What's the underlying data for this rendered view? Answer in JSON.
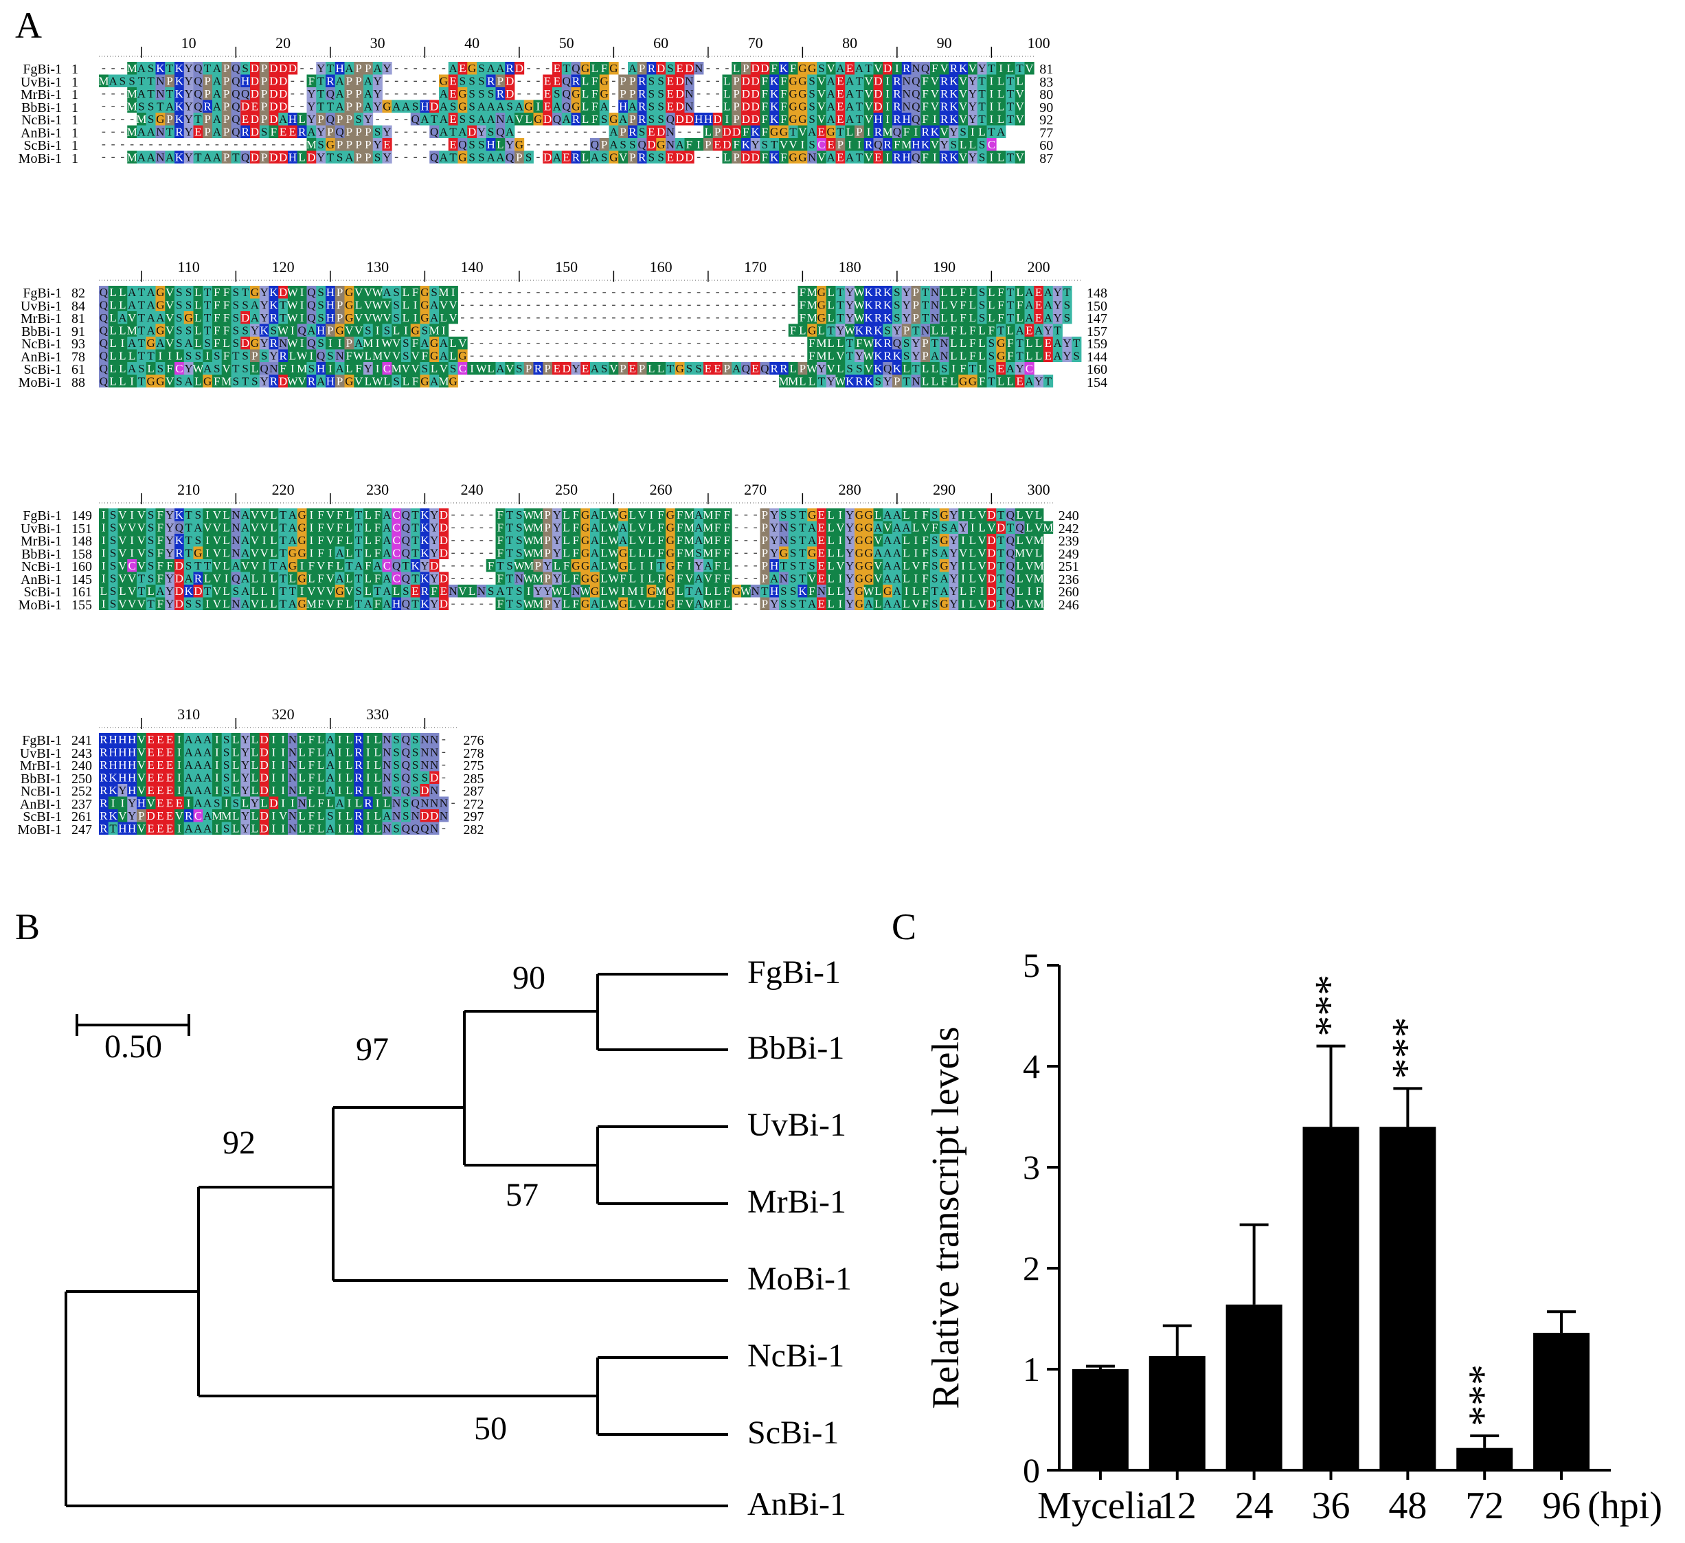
{
  "panels": {
    "a": "A",
    "b": "B",
    "c": "C"
  },
  "alignment": {
    "colors": {
      "dkgreen": "#128448",
      "teal": "#39b7a5",
      "slate": "#7e86c8",
      "lavender": "#9a9fd6",
      "red": "#e21b23",
      "orange": "#e5a326",
      "brown": "#8e7f6a",
      "blue": "#1230c8",
      "magenta": "#d23ce0"
    },
    "blocks": [
      {
        "first_col": 1,
        "tick_labels": [
          "10",
          "20",
          "30",
          "40",
          "50",
          "60",
          "70",
          "80",
          "90",
          "100"
        ],
        "rows": [
          {
            "name": "FgBi-1",
            "start": "1",
            "end": "81",
            "seq": "---MASKTKYQTAPQSDPDDD--YTHAPPAY------AEGSAARD---ETQGLFG-APRDSEDN---LPDDFKFGGSVAEATVDIRNQFVRKVYTILTV"
          },
          {
            "name": "UvBi-1",
            "start": "1",
            "end": "83",
            "seq": "MASSTTNPKYQPAPQHDPDD--FTRAPPAY------GESSSRPD---EEQRLFG-PPRSSEDN---LPDDFKFGGSVAEATVDIRNQFVRKVYTILTL"
          },
          {
            "name": "MrBi-1",
            "start": "1",
            "end": "80",
            "seq": "---MATNTKYQPAPQQDPDD--YTQAPPAY------AEGSSSRD---ESQGLFG-PPRSSEDN---LPDDFKFGGSVAEATVDIRNQFVRKVYTILTV"
          },
          {
            "name": "BbBi-1",
            "start": "1",
            "end": "90",
            "seq": "---MSSTAKYQRAPQDEPDD--YTTAPPAYGAASHDASGSAAASAGIEAQGLFA-HARSSEDN---LPDDFKFGGSVAEATVDIRNQFVRKVYTILTV"
          },
          {
            "name": "NcBi-1",
            "start": "1",
            "end": "92",
            "seq": "----MSGPKYTPAPQEDPDAHLYPQPPSY----QATAESSAANAVLGDQARLFSGAPRSSQDDHHDIPDDFKFGGSVAEATVHIRHQFIRKVYTILTV"
          },
          {
            "name": "AnBi-1",
            "start": "1",
            "end": "77",
            "seq": "---MAANTRYEPAPQRDSFEERAYPQPPPSY----QATADYSQA----------APRSEDN---LPDDFKFGGTVAEGTLPIRMQFIRKVYSILTA"
          },
          {
            "name": "ScBi-1",
            "start": "1",
            "end": "60",
            "seq": "----------------------MSGPPPPYE------EQSSHLYG-------QPASSQDGNAFIPEDFKYSTVVISCEPIIRQRFMHKVYSLLSC"
          },
          {
            "name": "MoBi-1",
            "start": "1",
            "end": "87",
            "seq": "---MAANAKYTAAPTQDPDDHLDYTSAPPSY----QATGSSAAQPS-DAERLASGVPRSSEDD---LPDDFKFGGNVAEATVEIRHQFIRKVYSILTV"
          }
        ]
      },
      {
        "first_col": 101,
        "tick_labels": [
          "110",
          "120",
          "130",
          "140",
          "150",
          "160",
          "170",
          "180",
          "190",
          "200"
        ],
        "rows": [
          {
            "name": "FgBi-1",
            "start": "82",
            "end": "148",
            "seq": "QLLATAGVSSLTFFSTGYKDWIQSHPGVVWASLFGSMI------------------------------------FMGLTYWKRKSYPTNLLFLSLFTLAEAYT"
          },
          {
            "name": "UvBi-1",
            "start": "84",
            "end": "150",
            "seq": "QLLATAGVSSLTFFSSAYKTWIQSHPGLVWVSLIGAVV------------------------------------FMGLTYWKRKSYPTNLVFLSLFTFAEAYS"
          },
          {
            "name": "MrBi-1",
            "start": "81",
            "end": "147",
            "seq": "QLAVTAAVSGLTFFSDAYRTWIQSHPGVVWVSLIGALV------------------------------------FMGLTYWKRKSYPTNLLFLSLFTLAEAYS"
          },
          {
            "name": "BbBi-1",
            "start": "91",
            "end": "157",
            "seq": "QLLMTAGVSSLTFFSSYKSWIQAHPGVVSISLIGSMI------------------------------------FLGLTYWKRKSYPTNLLFLFLFTLAEAYT"
          },
          {
            "name": "NcBi-1",
            "start": "93",
            "end": "159",
            "seq": "QLIATGAVSALSFLSDGYRNWIQSIIPAMIWVSFAGALV------------------------------------FMLLTFWKRQSYPTNLLFLSGFTLLEAYT"
          },
          {
            "name": "AnBi-1",
            "start": "78",
            "end": "144",
            "seq": "QLLLTTIILSSISFTSPSYRLWIQSNFWLMVVSVFGALG------------------------------------FMLVTYWKRKSYPANLLFLSGFTLLEAYS"
          },
          {
            "name": "ScBi-1",
            "start": "61",
            "end": "160",
            "seq": "QLLASLSFCYWASVTSLQNFIMSHIALFYICMVVSLVSCIWLAVSPRPEDYEASVPEPLLTGSSEEPAQEQRRLPWYVLSSVKQKLTLLSIFTLSEAYC"
          },
          {
            "name": "MoBi-1",
            "start": "88",
            "end": "154",
            "seq": "QLLITGGVSALGFMSTSYRDWVRAHPGVLWLSLFGAMG----------------------------------MMLLTYWKRKSYPTNLLFLGGFTLLEAYT"
          }
        ]
      },
      {
        "first_col": 201,
        "tick_labels": [
          "210",
          "220",
          "230",
          "240",
          "250",
          "260",
          "270",
          "280",
          "290",
          "300"
        ],
        "rows": [
          {
            "name": "FgBi-1",
            "start": "149",
            "end": "240",
            "seq": "ISVIVSFYKTSIVLNAVVLTAGIFVFLTLFACQTKYD-----FTSWMPYLFGALWGLVIFGFMAMFF---PYSSTGELIYGGLAALIFSGYILVDTQLVL"
          },
          {
            "name": "UvBi-1",
            "start": "151",
            "end": "242",
            "seq": "ISVVVSFYQTAVVLNAVVLTAGIFVFLTLFACQTKYD-----FTSWMPYLFGALWALVLFGFMAMFF---PYNSTAELVYGGAVAALVFSAYILVDTQLVM"
          },
          {
            "name": "MrBi-1",
            "start": "148",
            "end": "239",
            "seq": "ISVIVSFYKTSIVLNAVILTAGIFVFLTLFACQTKYD-----FTSWMPYLFGALWALVLFGFMAMFF---PYNSTAELIYGGVAALIFSGYILVDTQLVM"
          },
          {
            "name": "BbBi-1",
            "start": "158",
            "end": "249",
            "seq": "ISVIVSFYRTGIVLNAVVLTGGIFIALTLFACQTKYD-----FTSWMPYLFGALWGLLLFGFMSMFF---PYGSTGELLYGGAAALIFSAYVLVDTQMVL"
          },
          {
            "name": "NcBi-1",
            "start": "160",
            "end": "251",
            "seq": "ISVCVSFFDSTTVLAVVITAGIFVFLTAFACQTKYD-----FTSWMPYLFGGALWGLIITGFIYAFL---PHTSTSELVYGGVAALVFSGYILVDTQLVM"
          },
          {
            "name": "AnBi-1",
            "start": "145",
            "end": "236",
            "seq": "ISVVTSFYDARLVIQALILTLGLFVALTLFACQTKYD-----FTNWMPYLFGGLWFLILFGFVAVFF---PANSTVELIYGGVAALIFSAYILVDTQLVM"
          },
          {
            "name": "ScBi-1",
            "start": "161",
            "end": "260",
            "seq": "LSLVTLAYDKDTVLSALLITTIVVVGVSLTALSERFENVLNSATSIYYWLNWGLWIMIGMGLTALLFGWNTHSSKFNLLYGWLGAILFTAYLFIDTQLIF"
          },
          {
            "name": "MoBi-1",
            "start": "155",
            "end": "246",
            "seq": "ISVVVTFYDSSIVLNAVLLTAGMFVFLTAFAHQTKYD-----FTSWMPYLFGALWGLVLFGFVAMFL---PYSSTAELIYGALAALVFSGYILVDTQLVM"
          }
        ]
      },
      {
        "first_col": 301,
        "tick_labels": [
          "310",
          "320",
          "330"
        ],
        "rows": [
          {
            "name": "FgBI-1",
            "start": "241",
            "end": "276",
            "seq": "RHHHVEEEIAAAISLYLDIINLFLAILRILNSQSNN-"
          },
          {
            "name": "UvBI-1",
            "start": "243",
            "end": "278",
            "seq": "RHHHVEEEIAAAISLYLDIINLFLAILRILNSQSNN-"
          },
          {
            "name": "MrBI-1",
            "start": "240",
            "end": "275",
            "seq": "RHHHVEEEIAAAISLYLDIINLFLAILRILNSQSNN-"
          },
          {
            "name": "BbBI-1",
            "start": "250",
            "end": "285",
            "seq": "RKHHVEEEIAAAISLYLDIINLFLAILRILNSQSSD-"
          },
          {
            "name": "NcBI-1",
            "start": "252",
            "end": "287",
            "seq": "RKYHVEEEIAAAISLYLDIINLFLAILRILNSQSDN-"
          },
          {
            "name": "AnBI-1",
            "start": "237",
            "end": "272",
            "seq": "RIIYHVEEEIAASISLYLDIINLFLAILRILNSQNNN-"
          },
          {
            "name": "ScBI-1",
            "start": "261",
            "end": "297",
            "seq": "RKVYPDEEVRCAMMLYLDIVNLFLSILRILANSNDDN"
          },
          {
            "name": "MoBI-1",
            "start": "247",
            "end": "282",
            "seq": "RTHHVEEEIAAAISLYLDIINLFLAILRILNSQQQN-"
          }
        ]
      }
    ]
  },
  "tree": {
    "scale_label": "0.50",
    "taxa": [
      "FgBi-1",
      "BbBi-1",
      "UvBi-1",
      "MrBi-1",
      "MoBi-1",
      "NcBi-1",
      "ScBi-1",
      "AnBi-1"
    ],
    "bootstrap": {
      "fg_bb": "90",
      "fg_uv": "97",
      "fg_mo": "92",
      "uv_mr": "57",
      "nc_sc": "50"
    }
  },
  "chart_data": {
    "type": "bar",
    "categories": [
      "Mycelia",
      "12",
      "24",
      "36",
      "48",
      "72",
      "96"
    ],
    "values": [
      1.0,
      1.13,
      1.64,
      3.4,
      3.4,
      0.22,
      1.36
    ],
    "errors": [
      0.03,
      0.3,
      0.79,
      0.8,
      0.38,
      0.12,
      0.21
    ],
    "significance": [
      "",
      "",
      "",
      "***",
      "***",
      "***",
      ""
    ],
    "xlabel": "(hpi)",
    "ylabel": "Relative transcript levels",
    "ylim": [
      0,
      5
    ],
    "yticks": [
      "0",
      "1",
      "2",
      "3",
      "4",
      "5"
    ],
    "bar_color": "#000000"
  }
}
